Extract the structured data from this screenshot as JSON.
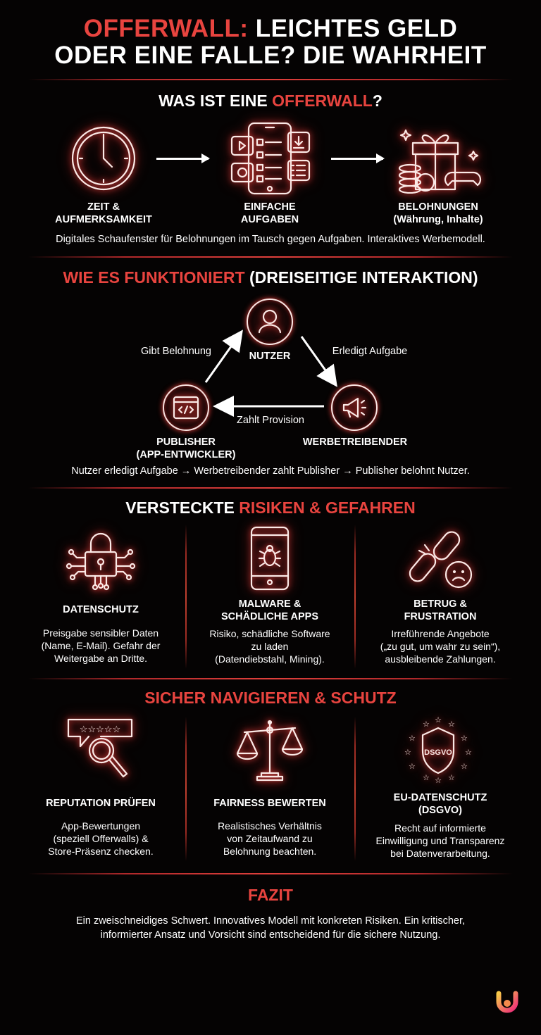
{
  "title": {
    "red": "OFFERWALL:",
    "line1_rest": " LEICHTES GELD",
    "line2": "ODER EINE FALLE? DIE WAHRHEIT"
  },
  "what": {
    "title_pre": "WAS IST EINE ",
    "title_red": "OFFERWALL",
    "title_post": "?",
    "items": [
      {
        "icon": "clock-icon",
        "l1": "ZEIT &",
        "l2": "AUFMERKSAMKEIT"
      },
      {
        "icon": "smartphone-tasks-icon",
        "l1": "EINFACHE",
        "l2": "AUFGABEN"
      },
      {
        "icon": "gift-rewards-icon",
        "l1": "BELOHNUNGEN",
        "l2": "(Währung, Inhalte)"
      }
    ],
    "description": "Digitales Schaufenster für Belohnungen im Tausch gegen Aufgaben. Interaktives Werbemodell."
  },
  "how": {
    "title_red": "WIE ES FUNKTIONIERT",
    "title_rest": " (DREISEITIGE INTERAKTION)",
    "nodes": {
      "user": "NUTZER",
      "publisher_l1": "PUBLISHER",
      "publisher_l2": "(APP-ENTWICKLER)",
      "advertiser": "WERBETREIBENDER"
    },
    "edges": {
      "reward": "Gibt Belohnung",
      "task": "Erledigt Aufgabe",
      "commission": "Zahlt Provision"
    },
    "flow": "Nutzer erledigt Aufgabe → Werbetreibender zahlt Publisher → Publisher belohnt Nutzer."
  },
  "risks": {
    "title_white": "VERSTECKTE ",
    "title_red": "RISIKEN & GEFAHREN",
    "items": [
      {
        "icon": "lock-circuit-icon",
        "h1": "DATENSCHUTZ",
        "h2": "",
        "d": [
          "Preisgabe sensibler Daten",
          "(Name, E-Mail). Gefahr der",
          "Weitergabe an Dritte."
        ]
      },
      {
        "icon": "phone-bug-icon",
        "h1": "MALWARE &",
        "h2": "SCHÄDLICHE APPS",
        "d": [
          "Risiko, schädliche Software",
          "zu laden",
          "(Datendiebstahl, Mining)."
        ]
      },
      {
        "icon": "broken-chain-sad-icon",
        "h1": "BETRUG &",
        "h2": "FRUSTRATION",
        "d": [
          "Irreführende Angebote",
          "(„zu gut, um wahr zu sein“),",
          "ausbleibende Zahlungen."
        ]
      }
    ]
  },
  "safe": {
    "title": "SICHER NAVIGIEREN & SCHUTZ",
    "items": [
      {
        "icon": "review-magnifier-icon",
        "h1": "REPUTATION PRÜFEN",
        "h2": "",
        "d": [
          "App-Bewertungen",
          "(speziell Offerwalls) &",
          "Store-Präsenz checken."
        ]
      },
      {
        "icon": "scales-icon",
        "h1": "FAIRNESS BEWERTEN",
        "h2": "",
        "d": [
          "Realistisches Verhältnis",
          "von Zeitaufwand zu",
          "Belohnung beachten."
        ]
      },
      {
        "icon": "eu-shield-icon",
        "h1": "EU-DATENSCHUTZ",
        "h2": "(DSGVO)",
        "d": [
          "Recht auf informierte",
          "Einwilligung und Transparenz",
          "bei Datenverarbeitung."
        ],
        "badge": "DSGVO"
      }
    ]
  },
  "fazit": {
    "title": "FAZIT",
    "l1": "Ein zweischneidiges Schwert. Innovatives Modell mit konkreten Risiken. Ein kritischer,",
    "l2": "informierter Ansatz und Vorsicht sind entscheidend für die sichere Nutzung."
  },
  "colors": {
    "accent": "#e8443f",
    "bg": "#050303"
  }
}
